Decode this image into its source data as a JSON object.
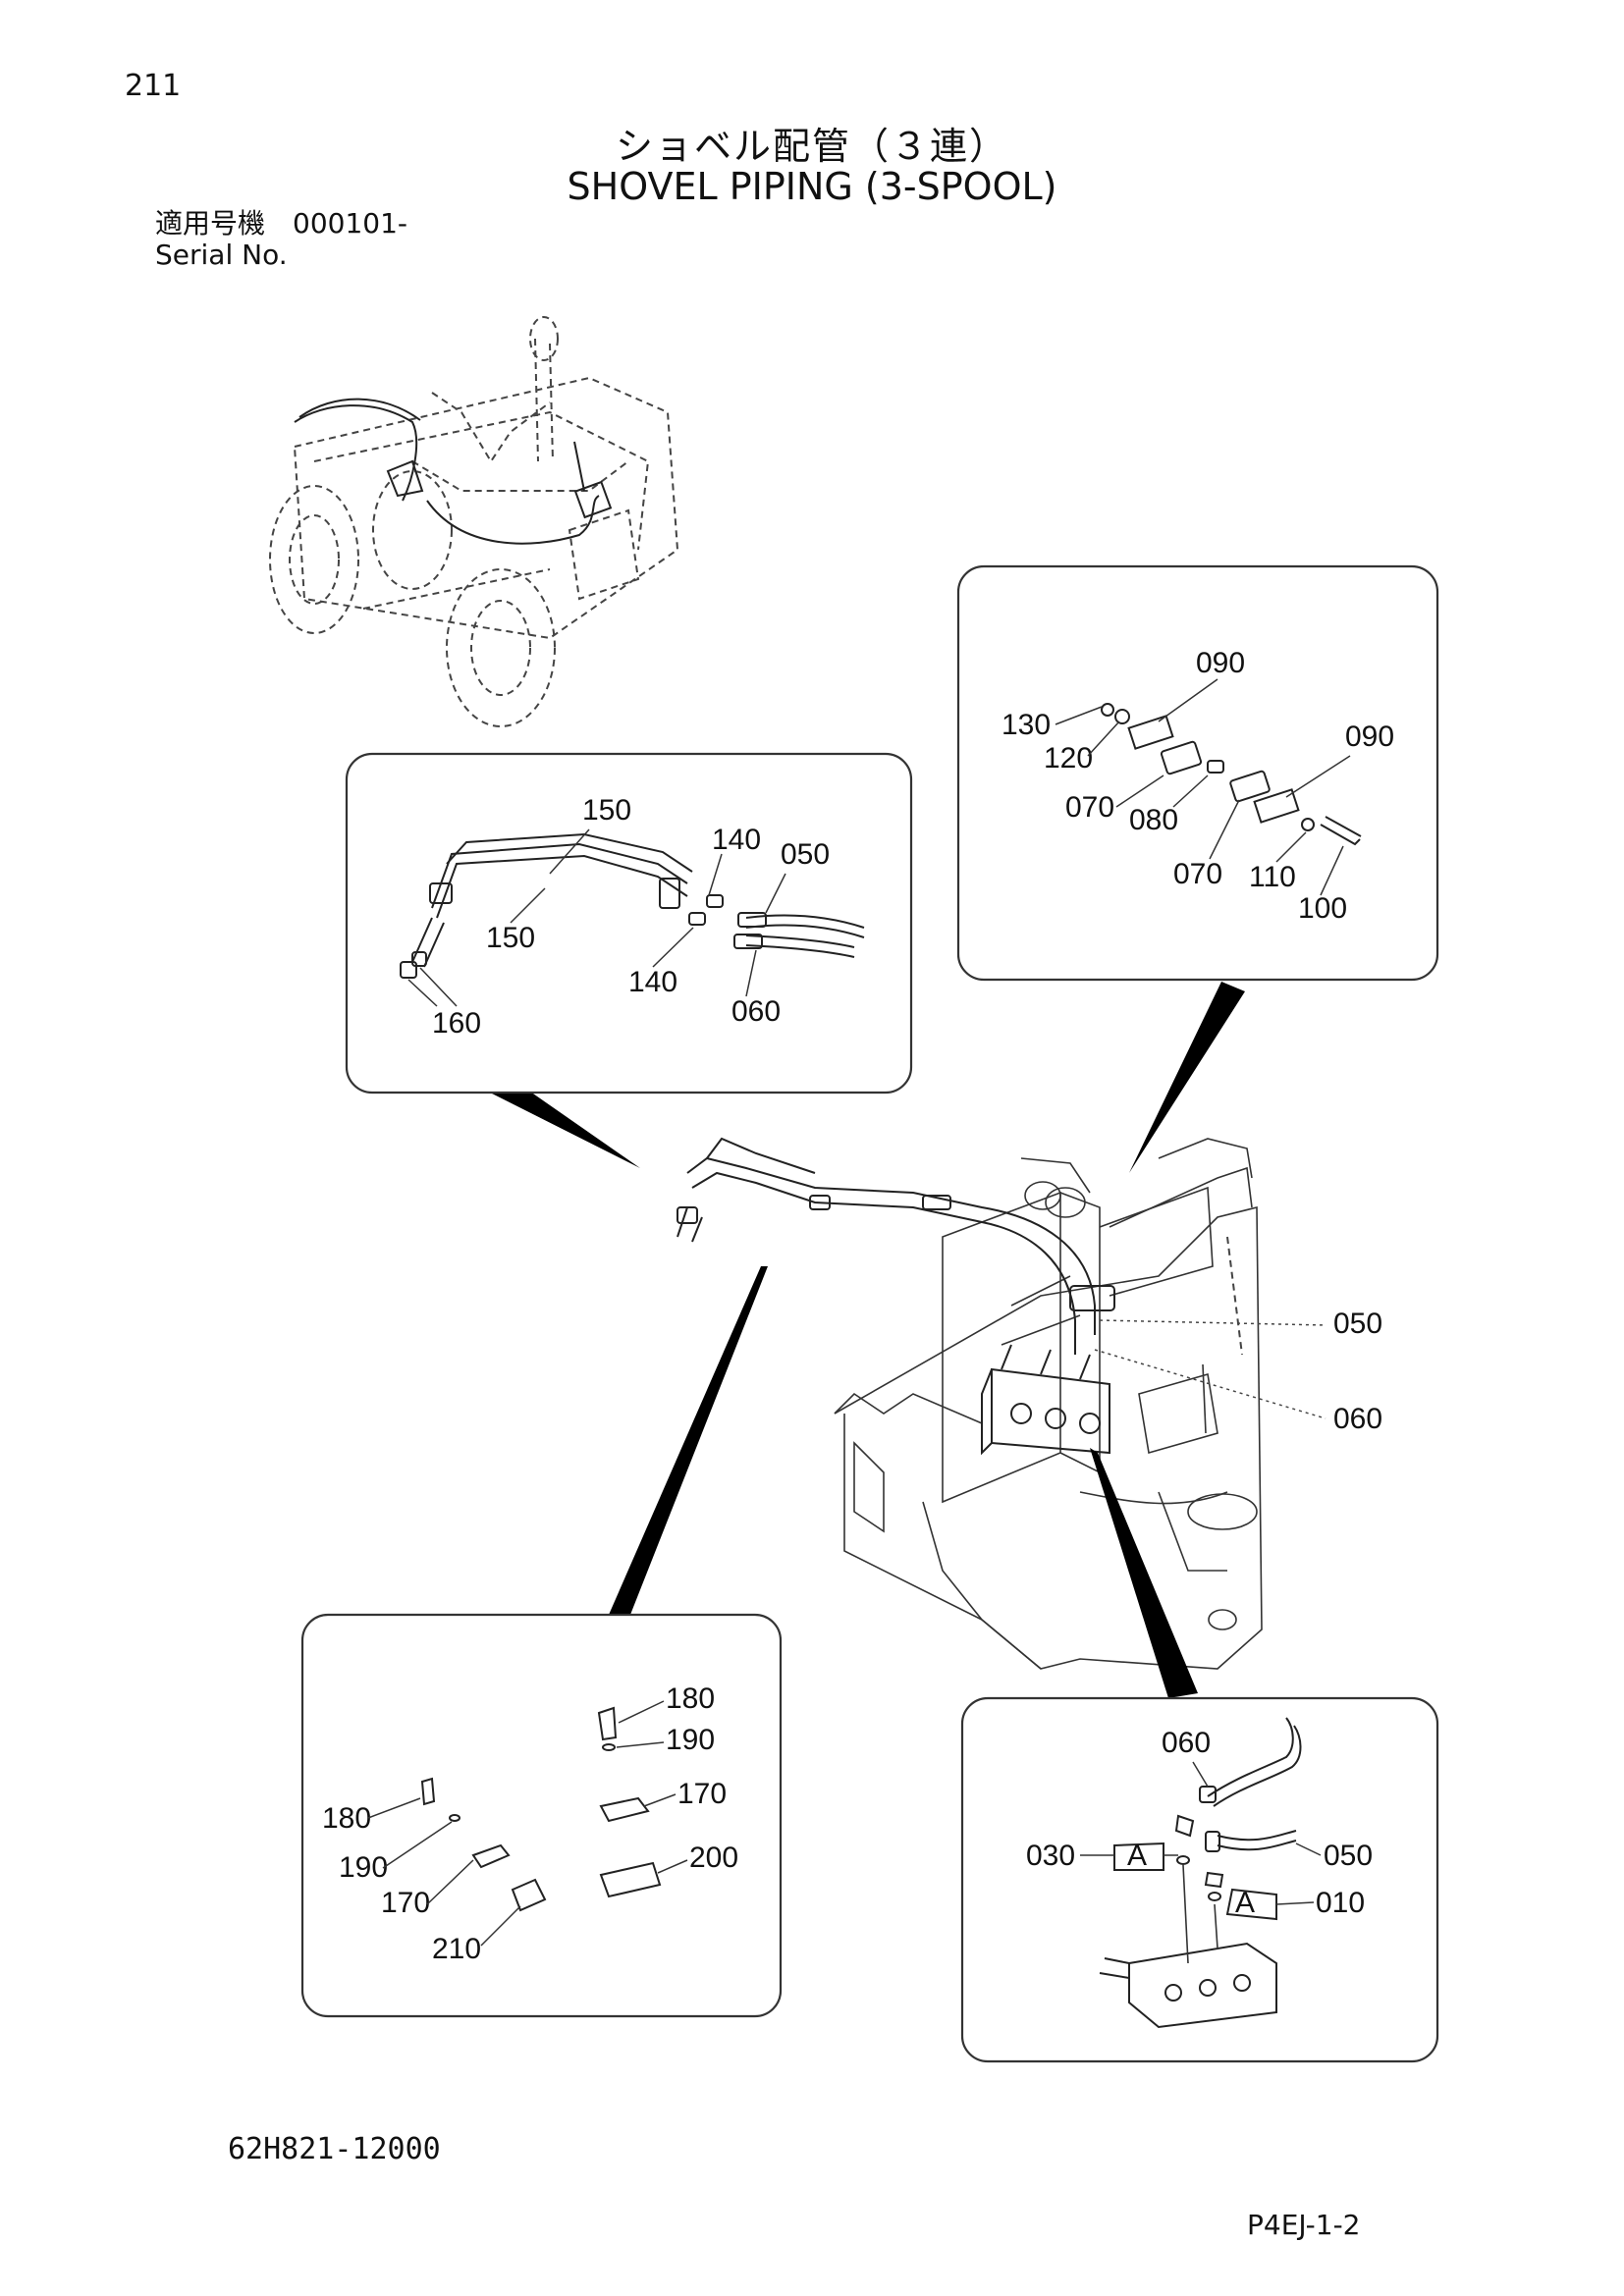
{
  "header": {
    "page_number": "211",
    "title_jp": "ショベル配管（３連）",
    "title_en": "SHOVEL PIPING (3-SPOOL)",
    "serial_label_jp": "適用号機",
    "serial_value": "000101-",
    "serial_label_en": "Serial No."
  },
  "footer": {
    "part_number": "62H821-12000",
    "figure_ref": "P4EJ-1-2"
  },
  "callouts": {
    "panel_pipes": [
      "150",
      "150",
      "140",
      "140",
      "050",
      "060",
      "160"
    ],
    "panel_clamp": [
      "090",
      "090",
      "130",
      "120",
      "070",
      "080",
      "070",
      "110",
      "100"
    ],
    "main": [
      "050",
      "060"
    ],
    "panel_bracket": [
      "180",
      "190",
      "170",
      "200",
      "180",
      "190",
      "170",
      "210"
    ],
    "panel_valve": [
      "060",
      "030",
      "A",
      "050",
      "A",
      "010"
    ]
  },
  "icons": [
    "pipe-assembly-drawing",
    "clamp-exploded-drawing",
    "loader-overview-drawing",
    "valve-drawing",
    "bracket-exploded-drawing"
  ]
}
